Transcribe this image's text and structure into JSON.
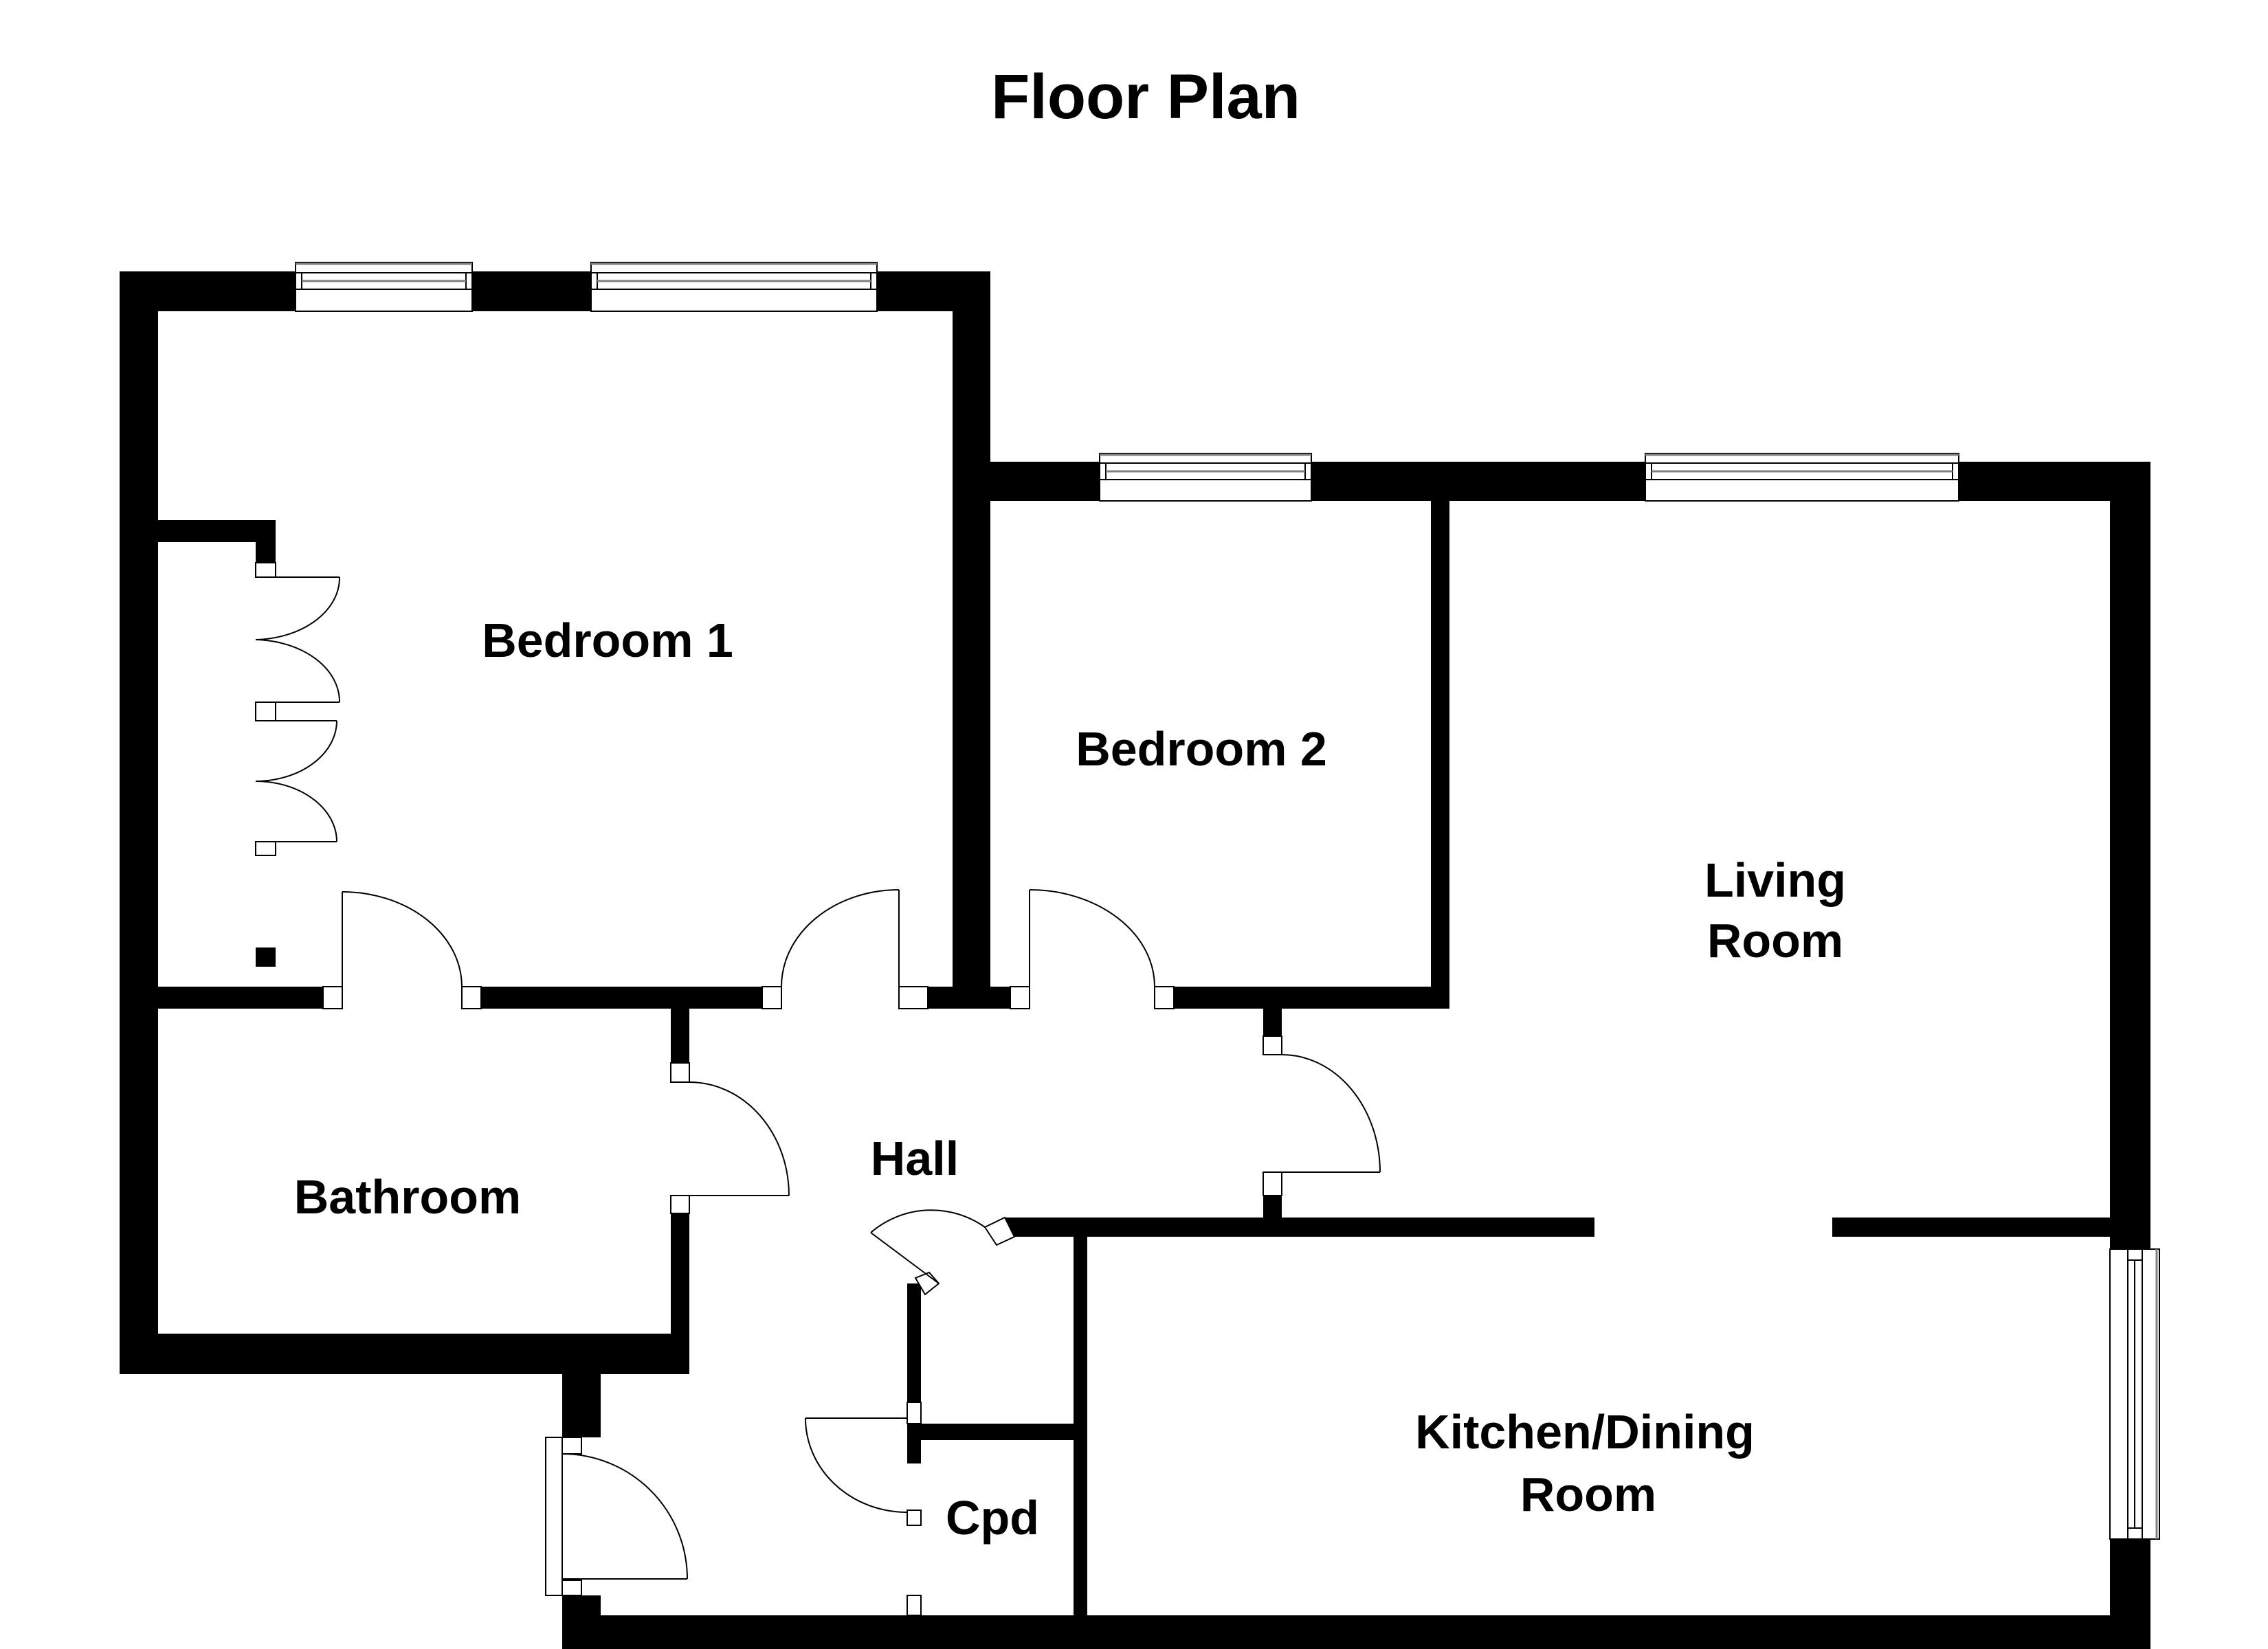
{
  "title": "Floor Plan",
  "colors": {
    "wall": "#000000",
    "background": "#ffffff",
    "window_glass": "#808080"
  },
  "rooms": [
    {
      "id": "bedroom-1",
      "label": "Bedroom 1"
    },
    {
      "id": "bedroom-2",
      "label": "Bedroom 2"
    },
    {
      "id": "living-room",
      "label_line1": "Living",
      "label_line2": "Room"
    },
    {
      "id": "bathroom",
      "label": "Bathroom"
    },
    {
      "id": "hall",
      "label": "Hall"
    },
    {
      "id": "cpd",
      "label": "Cpd"
    },
    {
      "id": "kitchen-dining",
      "label_line1": "Kitchen/Dining",
      "label_line2": "Room"
    }
  ],
  "features": {
    "windows": 6,
    "doors": 8,
    "wardrobe_doors": 4
  }
}
